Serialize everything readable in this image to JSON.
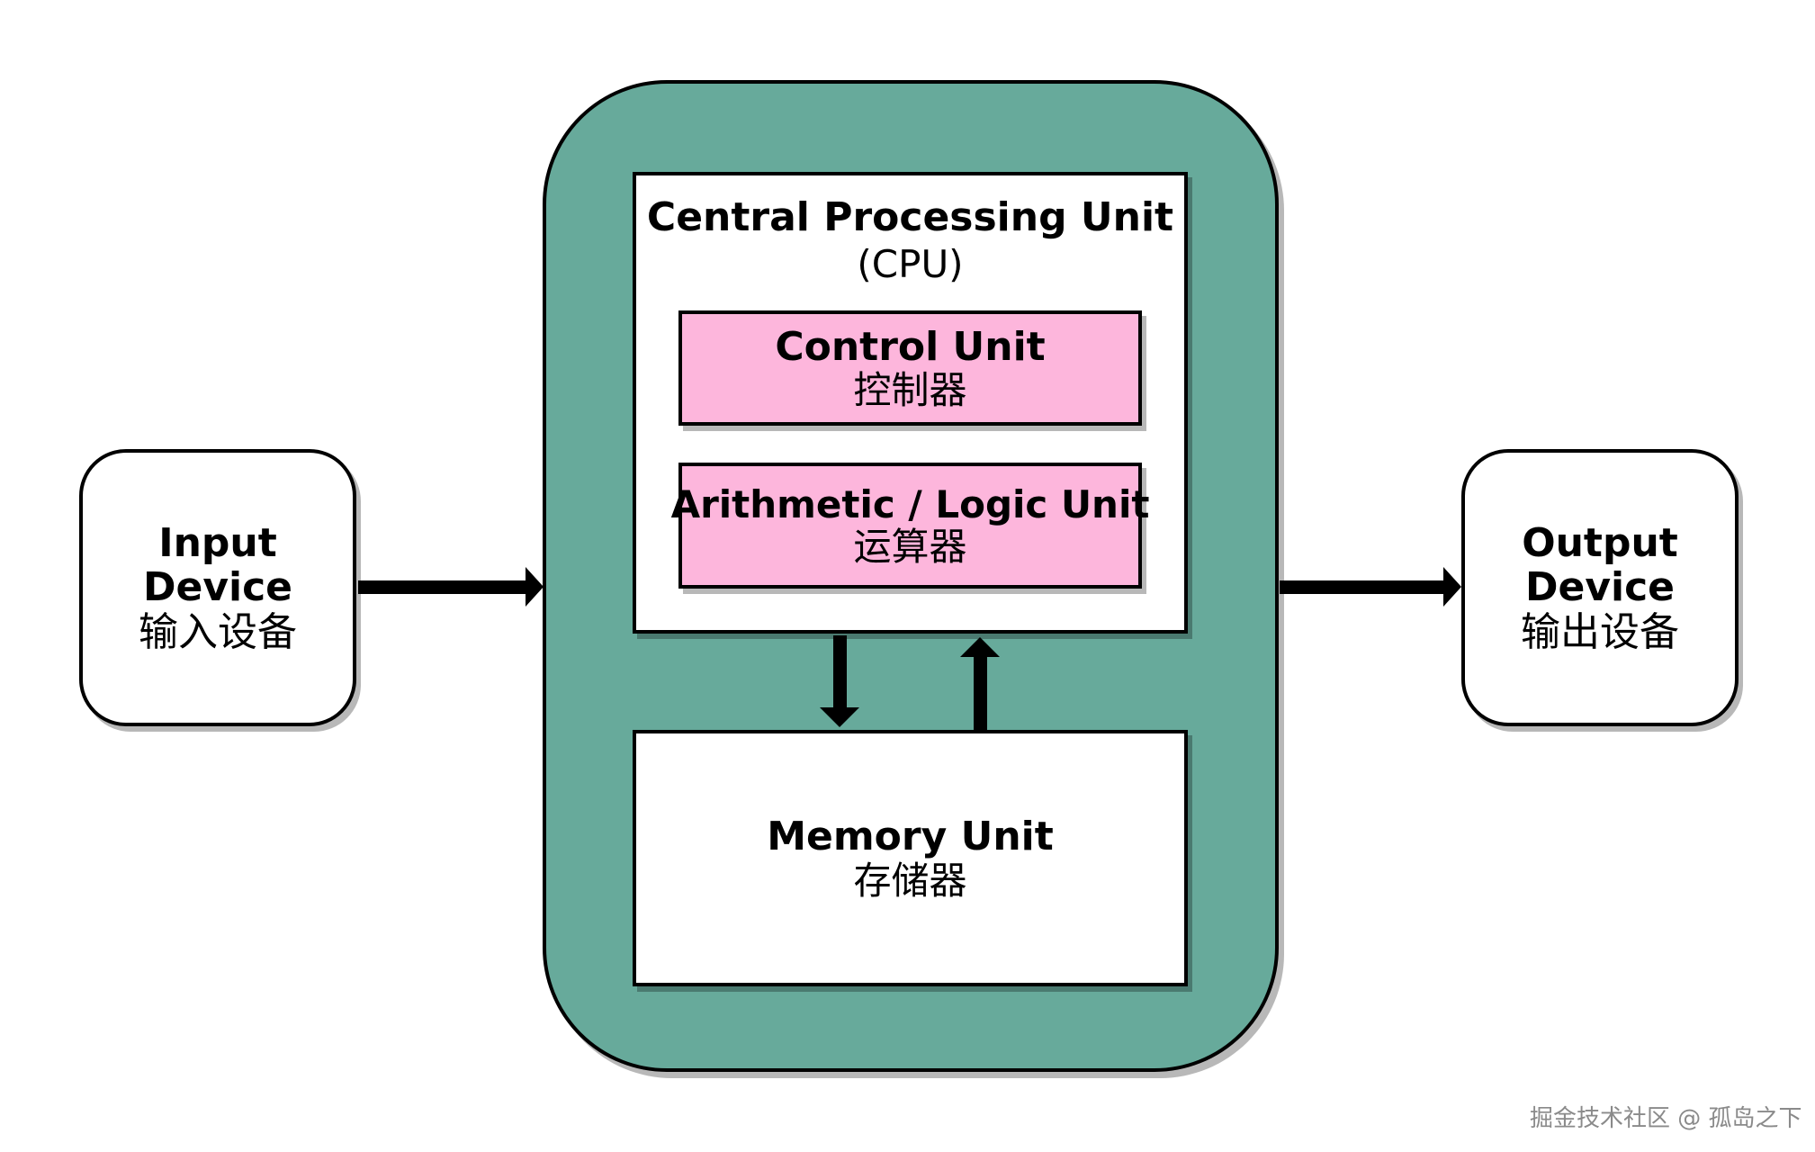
{
  "input_device": {
    "title_line1": "Input",
    "title_line2": "Device",
    "subtitle": "输入设备"
  },
  "output_device": {
    "title_line1": "Output",
    "title_line2": "Device",
    "subtitle": "输出设备"
  },
  "cpu": {
    "title": "Central Processing Unit",
    "abbr": "(CPU)"
  },
  "control_unit": {
    "title": "Control Unit",
    "subtitle": "控制器"
  },
  "alu": {
    "title": "Arithmetic / Logic Unit",
    "subtitle": "运算器"
  },
  "memory_unit": {
    "title": "Memory Unit",
    "subtitle": "存储器"
  },
  "watermark": "掘金技术社区 @ 孤岛之下",
  "colors": {
    "outer_fill": "#67aa9b",
    "unit_fill": "#fdb6dc",
    "box_fill": "#ffffff",
    "stroke": "#000000",
    "watermark": "#8a8a8a"
  }
}
